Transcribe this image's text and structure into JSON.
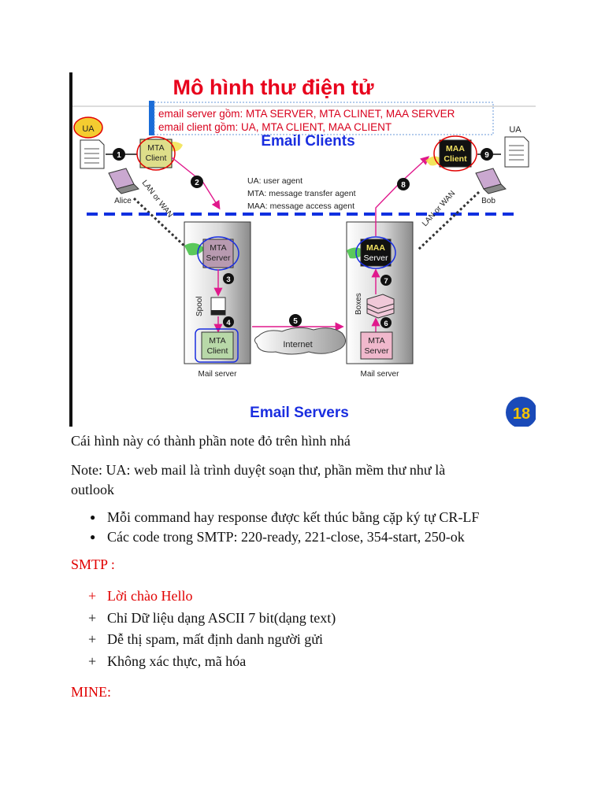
{
  "slide": {
    "title": "Mô hình thư điện tử",
    "annotation_line1": "email server gồm: MTA SERVER, MTA CLINET, MAA SERVER",
    "annotation_line2": "email client gồm: UA, MTA CLIENT, MAA CLIENT",
    "email_clients_label": "Email Clients",
    "email_servers_label": "Email Servers",
    "slide_number": "18",
    "ua_left": "UA",
    "ua_right": "UA",
    "mta_client_top_line1": "MTA",
    "mta_client_top_line2": "Client",
    "maa_client_line1": "MAA",
    "maa_client_line2": "Client",
    "legend_ua": "UA: user agent",
    "legend_mta": "MTA: message transfer agent",
    "legend_maa": "MAA: message access agent",
    "alice": "Alice",
    "bob": "Bob",
    "lan_wan": "LAN or WAN",
    "mta_server_left_line1": "MTA",
    "mta_server_left_line2": "Server",
    "spool": "Spool",
    "mta_client_left_line1": "MTA",
    "mta_client_left_line2": "Client",
    "mail_server_left": "Mail server",
    "internet": "Internet",
    "maa_server_line1": "MAA",
    "maa_server_line2": "Server",
    "boxes": "Boxes",
    "mta_server_right_line1": "MTA",
    "mta_server_right_line2": "Server",
    "mail_server_right": "Mail server",
    "steps": [
      "1",
      "2",
      "3",
      "4",
      "5",
      "6",
      "7",
      "8",
      "9"
    ],
    "colors": {
      "title": "#e8001c",
      "accent_blue": "#1a2ee0",
      "dash": "#1030e0",
      "arrow": "#e0188c",
      "number_badge": "#f5c400"
    }
  },
  "text": {
    "line1": "Cái hình này có thành phần note đỏ trên hình nhá",
    "note_line1": "Note: UA: web mail là trình duyệt soạn thư, phần mềm thư như là",
    "note_line2": "outlook",
    "bullets": [
      "Mỗi command hay response được kết thúc bằng cặp ký tự CR-LF",
      "Các code trong SMTP: 220-ready, 221-close, 354-start, 250-ok"
    ],
    "smtp_heading": "SMTP :",
    "plus_marker": "+",
    "smtp_items": [
      "Lời chào Hello",
      "Chỉ Dữ liệu dạng ASCII 7 bit(dạng text)",
      "Dễ thị spam, mất định danh người gửi",
      "Không xác thực, mã hóa"
    ],
    "mine_heading": "MINE:"
  }
}
